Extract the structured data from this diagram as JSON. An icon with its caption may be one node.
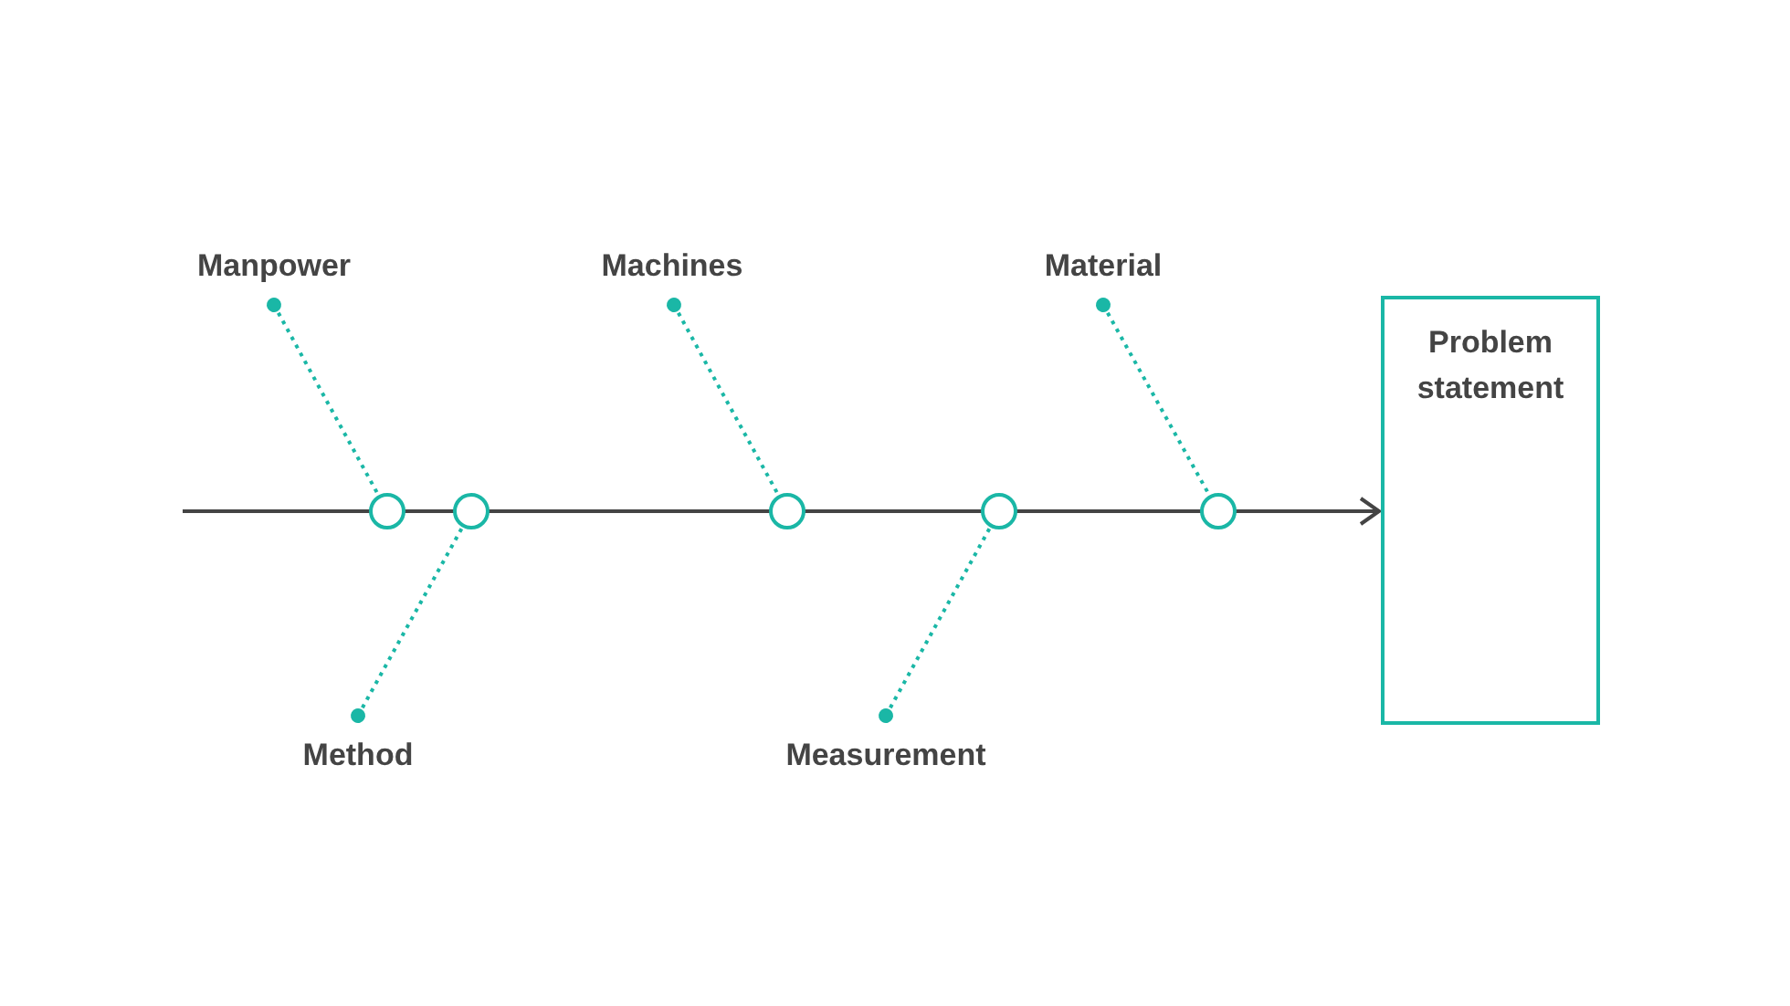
{
  "diagram": {
    "nodes": [
      {
        "text": [
          "Manpower"
        ]
      },
      {
        "text": [
          "Machines"
        ]
      },
      {
        "text": [
          "Material"
        ]
      },
      {
        "text": [
          "Problem statement"
        ]
      },
      {
        "text": [],
        "shape": "circle"
      },
      {
        "text": [],
        "shape": "circle"
      },
      {
        "text": [],
        "shape": "circle"
      },
      {
        "text": [],
        "shape": "circle"
      },
      {
        "text": [],
        "shape": "circle"
      },
      {
        "text": [
          "Method"
        ]
      },
      {
        "text": [
          "Measurement"
        ]
      }
    ],
    "edges": [
      {
        "from": null,
        "to": 3,
        "arrow": "to",
        "color": "#444444"
      },
      {
        "from": 0,
        "to": 4,
        "arrow": "other",
        "style": "dashed"
      },
      {
        "from": 1,
        "to": 6,
        "arrow": "other",
        "style": "dashed"
      },
      {
        "from": 2,
        "to": 8,
        "arrow": "other",
        "style": "dashed"
      },
      {
        "from": 9,
        "to": 5,
        "arrow": "other",
        "style": "dashed"
      },
      {
        "from": 10,
        "to": 7,
        "arrow": "other",
        "style": "dashed"
      }
    ]
  }
}
